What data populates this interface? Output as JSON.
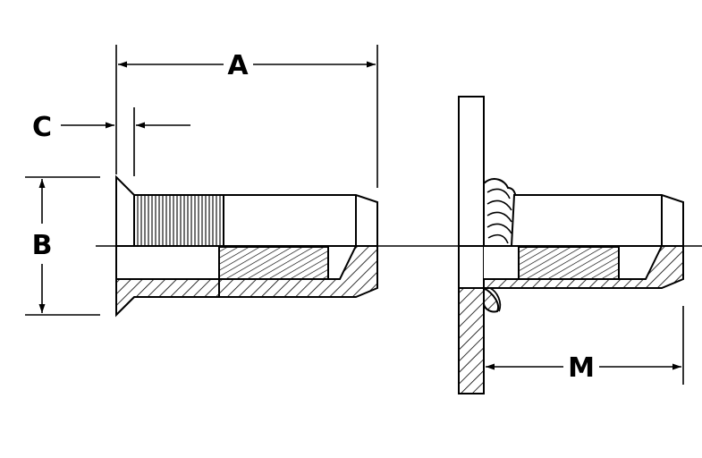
{
  "labels": {
    "a": "A",
    "b": "B",
    "c": "C",
    "m": "M"
  },
  "colors": {
    "ink": "#000000",
    "paper": "#ffffff"
  }
}
